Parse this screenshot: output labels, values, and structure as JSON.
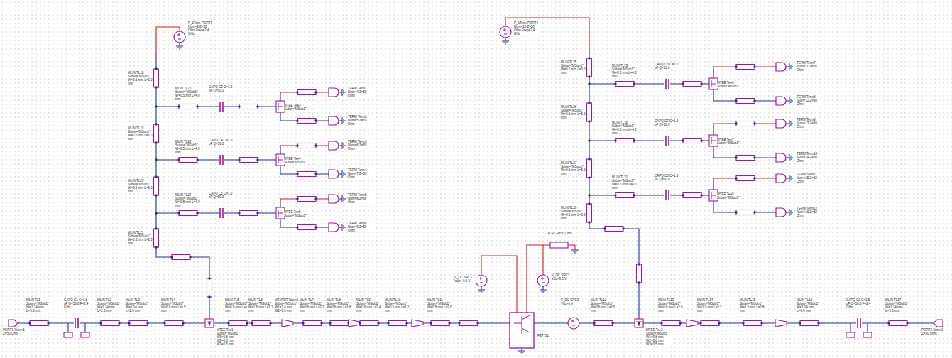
{
  "diagram": {
    "labels": [
      "PORT1 Num=1 Z=50 Ohm",
      "MLIN TL1 Subst=\"MSub1\" W=1.14 mm L=3.0 mm",
      "CAPQ C1 C=1.5 pF Q=50.0 F=2.4 GHz",
      "MLIN TL2 Subst=\"MSub1\" W=1.14 mm L=2.0 mm",
      "MLIN TL3 Subst=\"MSub1\" W=1.14 mm L=2.0 mm",
      "MLIN TL4 Subst=\"MSub1\" W=0.8 mm L=6.5 mm",
      "MTEE Tee1 Subst=\"MSub1\" W1=0.8 mm W2=0.8 mm W3=0.5 mm",
      "MLIN TL5 Subst=\"MSub1\" W=0.8 mm L=4.2 mm",
      "MLIN TL6 Subst=\"MSub1\" W=1.6 mm L=3.1 mm",
      "MTAPER Taper1 Subst=\"MSub1\" W1=1.6 mm W2=0.6 mm",
      "MLIN TL7 Subst=\"MSub1\" W=0.6 mm L=2.2 mm",
      "MLIN TL8 Subst=\"MSub1\" W=0.6 mm L=1.8 mm",
      "MLIN TL9 Subst=\"MSub1\" W=0.6 mm L=2.4 mm",
      "MLIN TL10 Subst=\"MSub1\" W=0.6 mm L=1.2 mm",
      "MLIN TL11 Subst=\"MSub1\" W=0.6 mm L=3.0 mm",
      "FET Q1",
      "R R1 R=50 Ohm",
      "V_DC SRC1 Vdc=-0.6 V",
      "V_DC SRC2 Vdc=3.0 V",
      "V_DC SRC3 Vdc=0 V",
      "MLIN TL12 Subst=\"MSub1\" W=0.6 mm L=2.0 mm",
      "MTEE Tee2 Subst=\"MSub1\" W1=0.8 mm W2=0.8 mm W3=0.5 mm",
      "MLIN TL13 Subst=\"MSub1\" W=0.8 mm L=2.6 mm",
      "MLIN TL14 Subst=\"MSub1\" W=1.0 mm L=2.2 mm",
      "MLIN TL15 Subst=\"MSub1\" W=1.0 mm L=2.8 mm",
      "MLIN TL16 Subst=\"MSub1\" W=1.14 mm L=4.0 mm",
      "CAPQ C2 C=1.5 pF Q=50.0 F=2.4 GHz",
      "MLIN TL17 Subst=\"MSub1\" W=1.14 mm L=3.0 mm",
      "PORT2 Num=2 Z=50 Ohm",
      "P_1Tone PORT3 Num=3 Z=50 Ohm Freq=2.4 GHz",
      "MLIN TL18 Subst=\"MSub1\" W=0.5 mm L=3.0 mm",
      "MLIN TL19 Subst=\"MSub1\" W=0.5 mm L=5.0 mm",
      "MLIN TL20 Subst=\"MSub1\" W=0.5 mm L=5.0 mm",
      "MLIN TL21 Subst=\"MSub1\" W=0.5 mm L=2.0 mm",
      "MLIN TL22 Subst=\"MSub1\" W=0.5 mm L=4.0 mm",
      "MLIN TL23 Subst=\"MSub1\" W=0.5 mm L=4.0 mm",
      "MLIN TL24 Subst=\"MSub1\" W=0.5 mm L=4.0 mm",
      "CAPQ C3 C=1.0 pF Q=50.0",
      "CAPQ C4 C=1.0 pF Q=50.0",
      "CAPQ C5 C=1.0 pF Q=50.0",
      "MTEE Tee3 Subst=\"MSub1\"",
      "MTEE Tee4 Subst=\"MSub1\"",
      "MTEE Tee5 Subst=\"MSub1\"",
      "TERM Term1 Num=4 Z=50 Ohm",
      "TERM Term2 Num=5 Z=50 Ohm",
      "TERM Term3 Num=6 Z=50 Ohm",
      "TERM Term4 Num=7 Z=50 Ohm",
      "TERM Term5 Num=8 Z=50 Ohm",
      "TERM Term6 Num=9 Z=50 Ohm",
      "P_1Tone PORT4 Num=10 Z=50 Ohm Freq=2.4 GHz",
      "MLIN TL25 Subst=\"MSub1\" W=0.5 mm L=3.0 mm",
      "MLIN TL26 Subst=\"MSub1\" W=0.5 mm L=5.0 mm",
      "MLIN TL27 Subst=\"MSub1\" W=0.5 mm L=5.0 mm",
      "MLIN TL28 Subst=\"MSub1\" W=0.5 mm L=2.0 mm",
      "MLIN TL29 Subst=\"MSub1\" W=0.5 mm L=4.0 mm",
      "MLIN TL30 Subst=\"MSub1\" W=0.5 mm L=4.0 mm",
      "MLIN TL31 Subst=\"MSub1\" W=0.5 mm L=4.0 mm",
      "CAPQ C6 C=1.0 pF Q=50.0",
      "CAPQ C7 C=1.0 pF Q=50.0",
      "CAPQ C8 C=1.0 pF Q=50.0",
      "MTEE Tee6 Subst=\"MSub1\"",
      "MTEE Tee7 Subst=\"MSub1\"",
      "MTEE Tee8 Subst=\"MSub1\"",
      "TERM Term7 Num=11 Z=50 Ohm",
      "TERM Term8 Num=12 Z=50 Ohm",
      "TERM Term9 Num=13 Z=50 Ohm",
      "TERM Term10 Num=14 Z=50 Ohm",
      "TERM Term11 Num=15 Z=50 Ohm",
      "TERM Term12 Num=16 Z=50 Ohm"
    ]
  }
}
